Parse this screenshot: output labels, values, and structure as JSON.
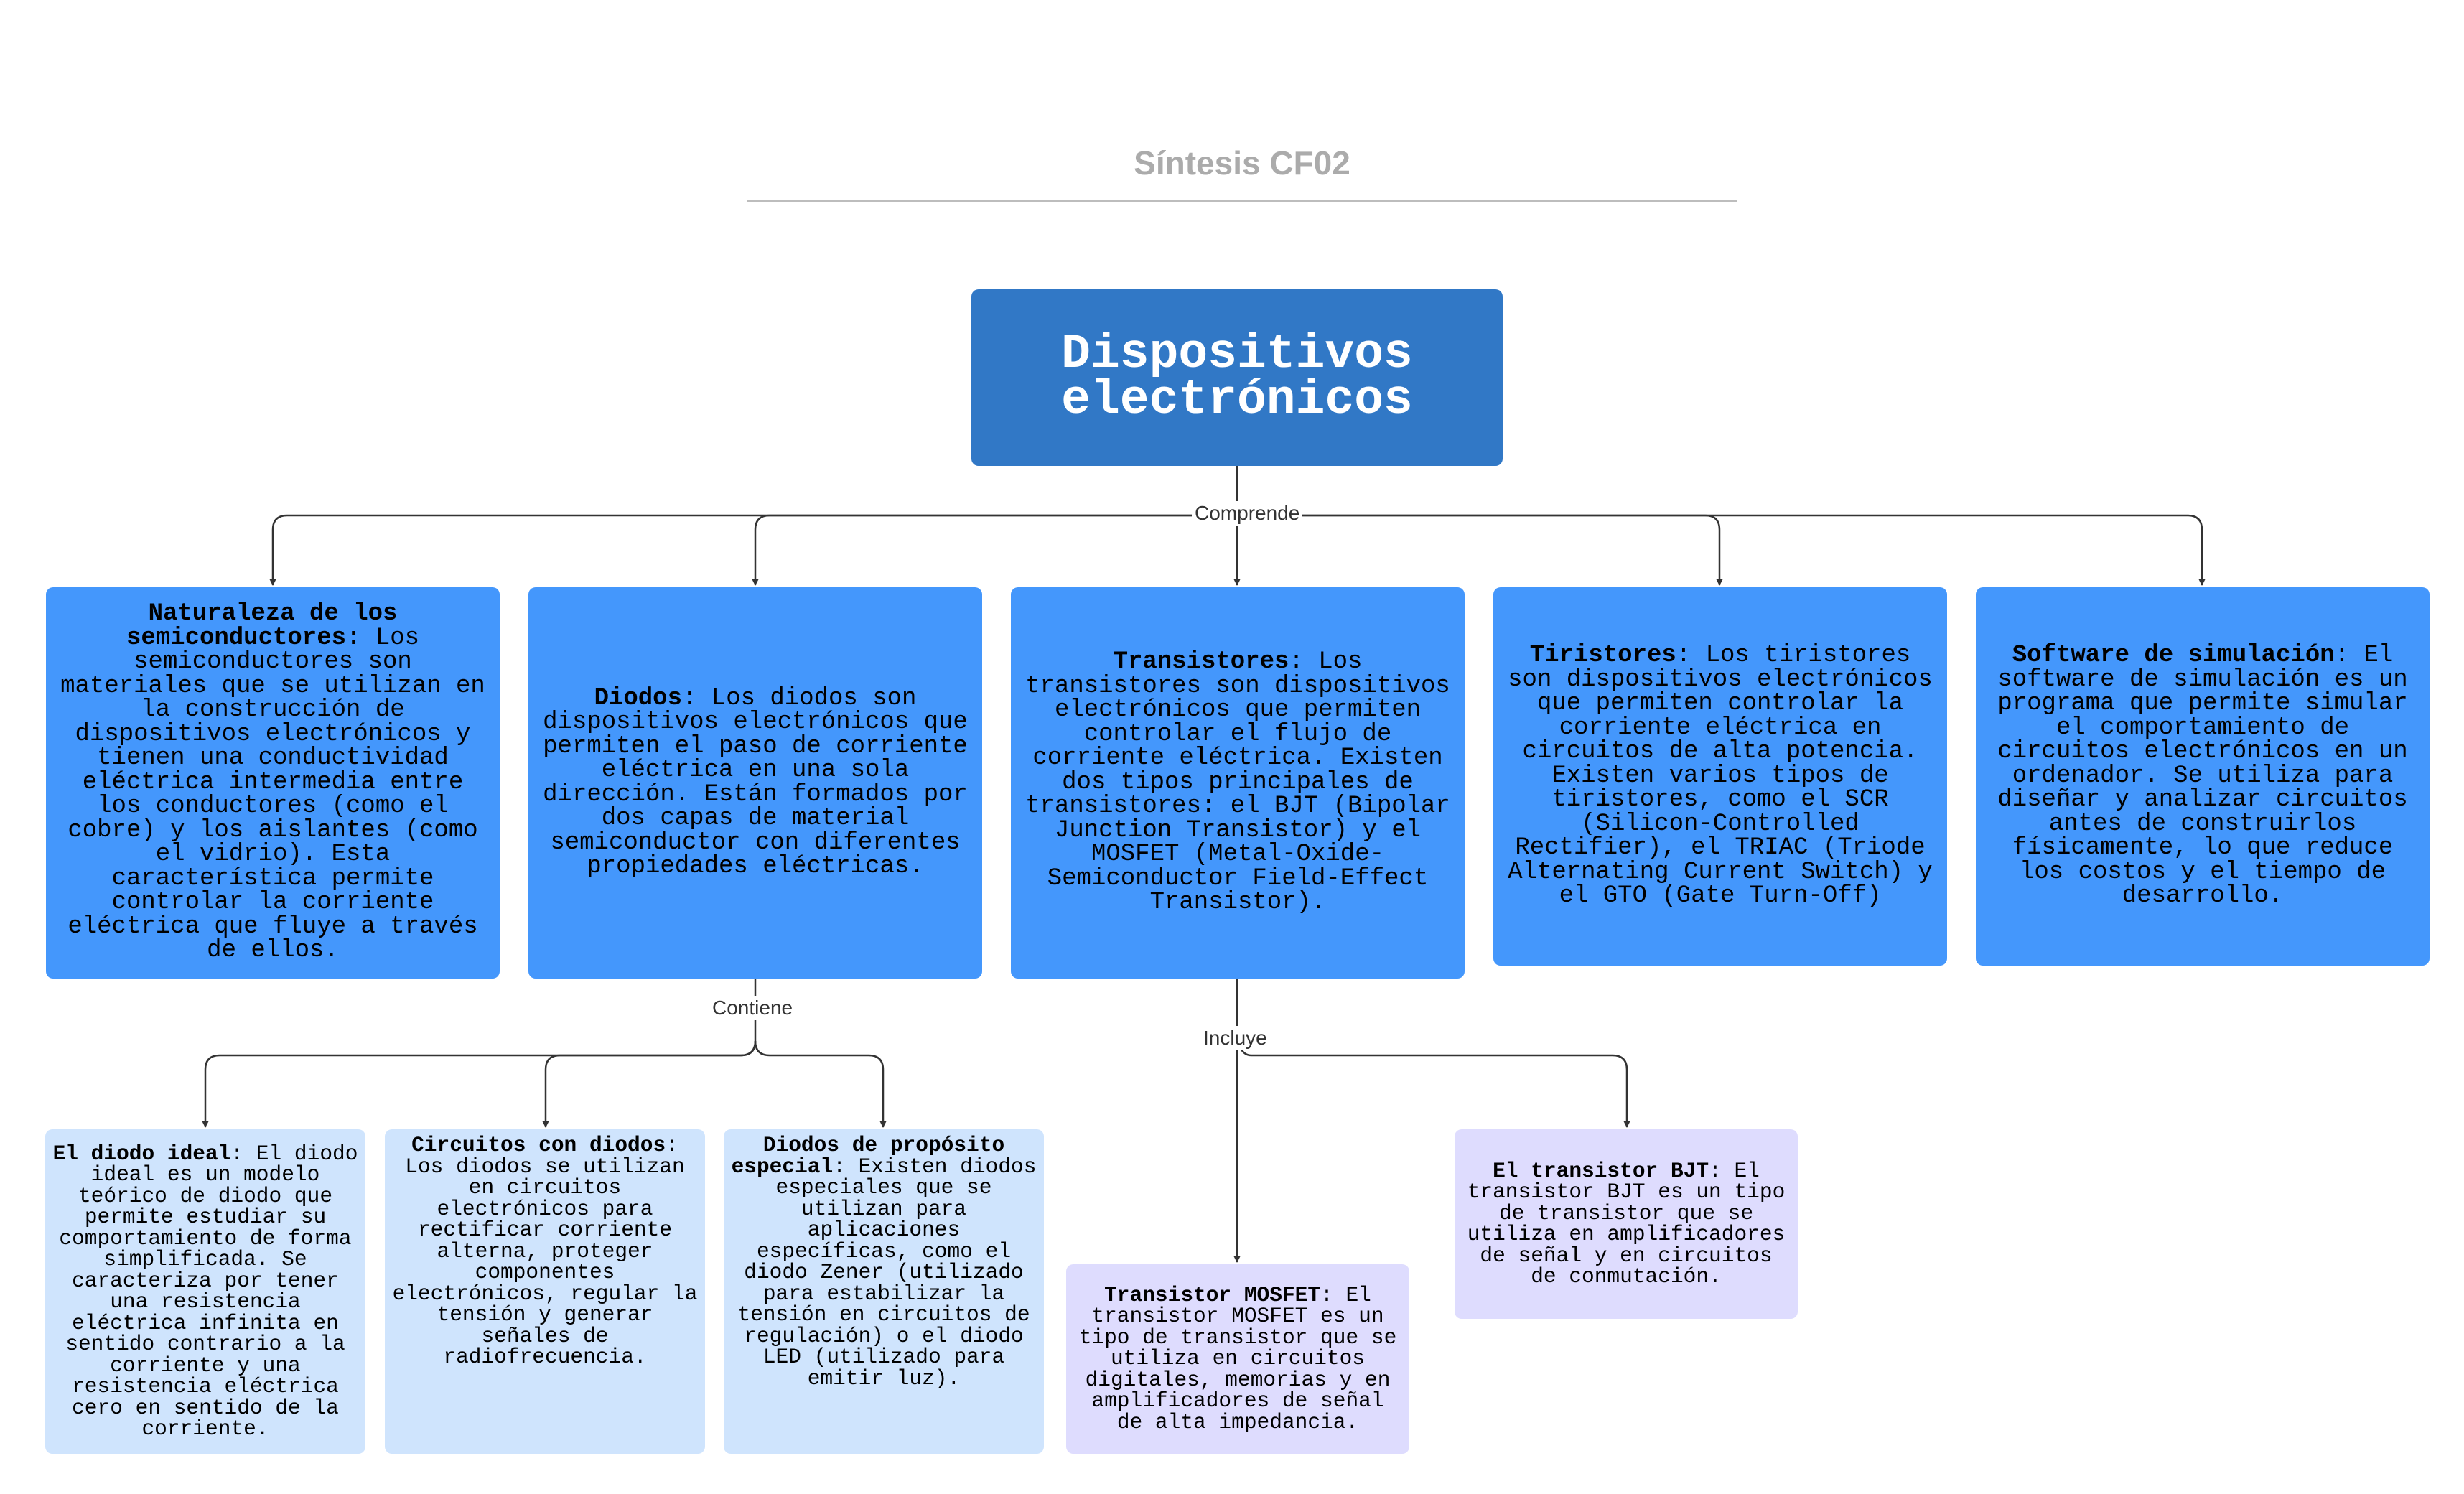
{
  "page": {
    "title": "Síntesis CF02"
  },
  "root": {
    "label": "Dispositivos electrónicos"
  },
  "edges": {
    "comprende": "Comprende",
    "contiene": "Contiene",
    "incluye": "Incluye"
  },
  "topics": [
    {
      "title": "Naturaleza de los semiconductores",
      "body": ": Los semiconductores son materiales que se utilizan en la construcción de dispositivos electrónicos y tienen una conductividad eléctrica intermedia entre los conductores (como el cobre) y los aislantes (como el vidrio). Esta característica permite controlar la corriente eléctrica que fluye a través de ellos."
    },
    {
      "title": "Diodos",
      "body": ": Los diodos son dispositivos electrónicos que permiten el paso de corriente eléctrica en una sola dirección. Están formados por dos capas de material semiconductor con diferentes propiedades eléctricas."
    },
    {
      "title": "Transistores",
      "body": ": Los transistores son dispositivos electrónicos que permiten controlar el flujo de corriente eléctrica. Existen dos tipos principales de transistores: el BJT (Bipolar Junction Transistor) y el MOSFET (Metal-Oxide-Semiconductor Field-Effect Transistor)."
    },
    {
      "title": "Tiristores",
      "body": ": Los tiristores son dispositivos electrónicos que permiten controlar la corriente eléctrica en circuitos de alta potencia. Existen varios tipos de tiristores, como el SCR (Silicon-Controlled Rectifier), el TRIAC (Triode Alternating Current Switch) y el GTO (Gate Turn-Off)"
    },
    {
      "title": "Software de simulación",
      "body": ": El software de simulación es un programa que permite simular el comportamiento de circuitos electrónicos en un ordenador. Se utiliza para diseñar y analizar circuitos antes de construirlos físicamente, lo que reduce los costos y el tiempo de desarrollo."
    }
  ],
  "diodos_children": [
    {
      "title": "El diodo ideal",
      "body": ": El diodo ideal es un modelo teórico de diodo que permite estudiar su comportamiento de forma simplificada. Se caracteriza por tener una resistencia eléctrica infinita en sentido contrario a la corriente y una resistencia eléctrica cero en sentido de la corriente."
    },
    {
      "title": "Circuitos con diodos",
      "body": ": Los diodos se utilizan en circuitos electrónicos para rectificar corriente alterna, proteger componentes electrónicos, regular la tensión y generar señales de radiofrecuencia."
    },
    {
      "title": "Diodos de propósito especial",
      "body": ": Existen diodos especiales que se utilizan para aplicaciones específicas, como el diodo Zener (utilizado para estabilizar la tensión en circuitos de regulación) o el diodo LED (utilizado para emitir luz)."
    }
  ],
  "transistor_children": [
    {
      "title": "Transistor MOSFET",
      "body": ": El transistor MOSFET es un tipo de transistor que se utiliza en circuitos digitales, memorias y en amplificadores de señal de alta impedancia."
    },
    {
      "title": "El transistor BJT",
      "body": ": El transistor BJT es un tipo de transistor que se utiliza en amplificadores de señal y en circuitos de conmutación."
    }
  ],
  "colors": {
    "root": "#3178c6",
    "level1": "#4497fc",
    "diodos_children": "#cfe4fd",
    "transistor_children": "#dedcfe",
    "connector": "#333333",
    "title": "#ababab"
  }
}
